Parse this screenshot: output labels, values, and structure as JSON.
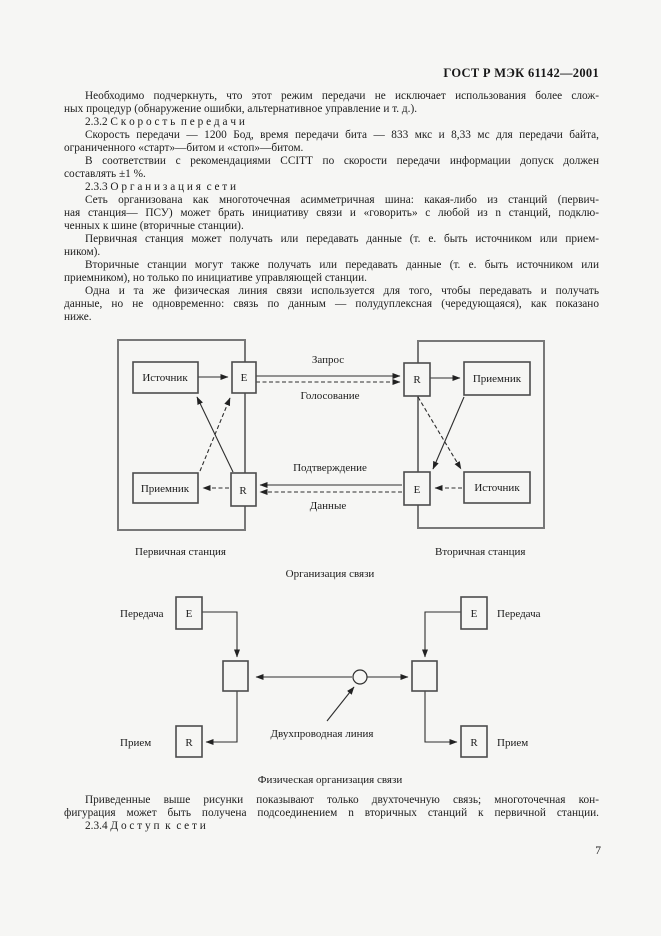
{
  "page": {
    "header": "ГОСТ Р МЭК 61142—2001",
    "page_number": "7"
  },
  "body": {
    "lines": [
      {
        "text": "Необходимо подчеркнуть, что этот режим передачи не исключает использования более слож-",
        "indent": true,
        "j": true
      },
      {
        "text": "ных процедур (обнаружение ошибки, альтернативное управление и т. д.).",
        "indent": false,
        "j": false
      },
      {
        "text": "2.3.2 С к о р о с т ь  п е р е д а ч и",
        "indent": true,
        "j": false,
        "h": true
      },
      {
        "text": "Скорость передачи — 1200 Бод, время передачи бита — 833 мкс и 8,33 мс для передачи байта,",
        "indent": true,
        "j": true
      },
      {
        "text": "ограниченного «старт»—битом и «стоп»—битом.",
        "indent": false,
        "j": false
      },
      {
        "text": "В соответствии с рекомендациями ССIТТ по скорости передачи информации допуск должен",
        "indent": true,
        "j": true
      },
      {
        "text": "составлять ±1 %.",
        "indent": false,
        "j": false
      },
      {
        "text": "2.3.3 О р г а н и з а ц и я  с е т и",
        "indent": true,
        "j": false,
        "h": true
      },
      {
        "text": "Сеть организована как многоточечная асимметричная шина: какая-либо из станций (первич-",
        "indent": true,
        "j": true
      },
      {
        "text": "ная станция— ПСУ) может брать инициативу связи и «говорить» с любой из n станций, подклю-",
        "indent": false,
        "j": true
      },
      {
        "text": "ченных к шине (вторичные станции).",
        "indent": false,
        "j": false
      },
      {
        "text": "Первичная станция может получать или передавать данные (т. е. быть источником или прием-",
        "indent": true,
        "j": true
      },
      {
        "text": "ником).",
        "indent": false,
        "j": false
      },
      {
        "text": "Вторичные станции могут также получать или передавать данные (т. е. быть источником или",
        "indent": true,
        "j": true
      },
      {
        "text": "приемником), но только по инициативе управляющей станции.",
        "indent": false,
        "j": false
      },
      {
        "text": "Одна и та же физическая линия связи используется для того, чтобы передавать и получать",
        "indent": true,
        "j": true
      },
      {
        "text": "данные, но не одновременно: связь по данным — полудуплексная (чередующаяся), как показано",
        "indent": false,
        "j": true
      },
      {
        "text": "ниже.",
        "indent": false,
        "j": false
      }
    ]
  },
  "bottom": {
    "lines": [
      {
        "text": "Приведенные выше рисунки показывают только двухточечную связь; многоточечная кон-",
        "indent": true,
        "j": true
      },
      {
        "text": "фигурация может быть получена подсоединением n вторичных станций к первичной станции.",
        "indent": false,
        "j": true
      },
      {
        "text": "2.3.4 Д о с т у п  к  с е т и",
        "indent": true,
        "j": false,
        "h": true
      }
    ]
  },
  "diagram1": {
    "caption": "Организация связи",
    "primary_station_label": "Первичная станция",
    "secondary_station_label": "Вторичная станция",
    "boxes": {
      "source_left": "Источник",
      "e_left": "E",
      "r_left": "R",
      "sink_left": "Приемник",
      "r_right": "R",
      "sink_right": "Приемник",
      "e_right": "E",
      "source_right": "Источник"
    },
    "arrows": {
      "request": "Запрос",
      "polling": "Голосование",
      "confirmation": "Подтверждение",
      "data": "Данные"
    }
  },
  "diagram2": {
    "caption": "Физическая организация связи",
    "transmit_left": "Передача",
    "receive_left": "Прием",
    "transmit_right": "Передача",
    "receive_right": "Прием",
    "line_label": "Двухпроводная линия",
    "boxes": {
      "e_left": "E",
      "r_left": "R",
      "e_right": "E",
      "r_right": "R"
    }
  }
}
